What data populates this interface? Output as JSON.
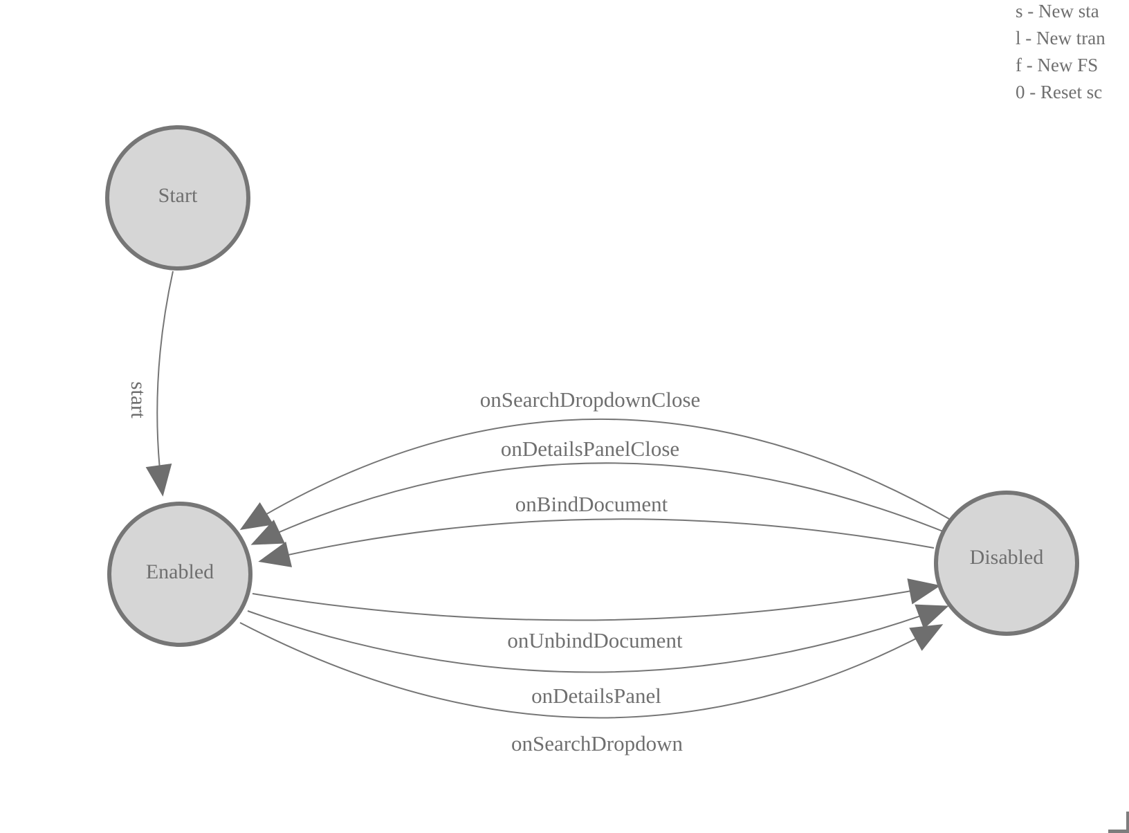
{
  "diagram": {
    "states": [
      {
        "label": "Start"
      },
      {
        "label": "Enabled"
      },
      {
        "label": "Disabled"
      }
    ],
    "transitions": [
      {
        "label": "start",
        "from": "Start",
        "to": "Enabled"
      },
      {
        "label": "onSearchDropdownClose",
        "from": "Disabled",
        "to": "Enabled"
      },
      {
        "label": "onDetailsPanelClose",
        "from": "Disabled",
        "to": "Enabled"
      },
      {
        "label": "onBindDocument",
        "from": "Disabled",
        "to": "Enabled"
      },
      {
        "label": "onUnbindDocument",
        "from": "Enabled",
        "to": "Disabled"
      },
      {
        "label": "onDetailsPanel",
        "from": "Enabled",
        "to": "Disabled"
      },
      {
        "label": "onSearchDropdown",
        "from": "Enabled",
        "to": "Disabled"
      }
    ]
  },
  "legend": {
    "lines": [
      "s - New sta",
      "l - New tran",
      "f - New FS",
      "0 - Reset sc"
    ]
  },
  "colors": {
    "background": "#ffffff",
    "state_fill": "#d6d6d6",
    "state_stroke": "#767676",
    "edge_stroke": "#757575",
    "arrowhead": "#6e6e6e",
    "text": "#6f6f6f",
    "corner_bracket": "#7d7d7d"
  }
}
